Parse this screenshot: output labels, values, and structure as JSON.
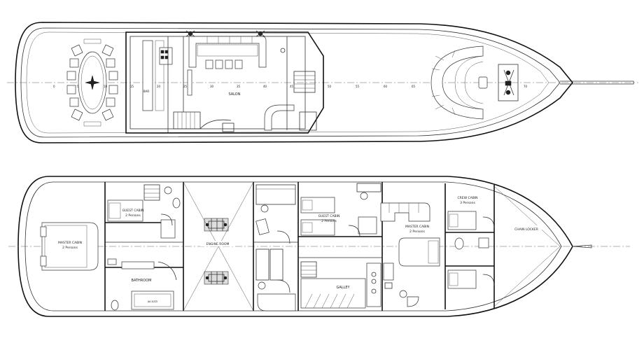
{
  "upper_deck": {
    "rooms": {
      "salon": "SALON",
      "bar": "BAR"
    },
    "frame_numbers": [
      "0",
      "5",
      "10",
      "15",
      "20",
      "25",
      "30",
      "35",
      "40",
      "45",
      "50",
      "55",
      "60",
      "65",
      "70"
    ]
  },
  "lower_deck": {
    "rooms": {
      "master_cabin_aft_name": "MASTER CABIN",
      "master_cabin_aft_capacity": "2 Persons",
      "guest_cabin_1_name": "GUEST CABIN",
      "guest_cabin_1_capacity": "2 Persons",
      "bathroom": "BATHROOM",
      "jacuzzi": "JACUZZI",
      "engine_room": "ENGINE ROOM",
      "guest_cabin_2_name": "GUEST CABIN",
      "guest_cabin_2_capacity": "2 Persons",
      "galley": "GALLEY",
      "master_cabin_fwd_name": "MASTER CABIN",
      "master_cabin_fwd_capacity": "2 Persons",
      "crew_cabin_name": "CREW CABIN",
      "crew_cabin_capacity": "3 Persons",
      "chain_locker": "CHAIN LOCKER"
    }
  },
  "colors": {
    "line": "#333333",
    "background": "#ffffff"
  }
}
